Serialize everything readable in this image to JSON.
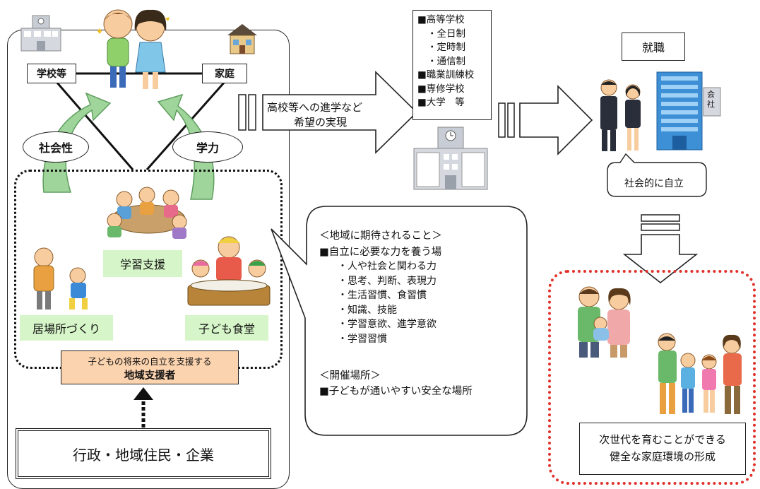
{
  "left_panel": {
    "school_label": "学校等",
    "home_label": "家庭",
    "sociality_label": "社会性",
    "academic_label": "学力",
    "learning_support_label": "学習支援",
    "ibasho_label": "居場所づくり",
    "kodomo_shokudo_label": "子ども食堂",
    "supporter_line1": "子どもの将来の自立を支援する",
    "supporter_line2": "地域支援者",
    "bottom_label": "行政・地域住民・企業"
  },
  "arrow_advance_text": {
    "line1": "高校等への進学など",
    "line2": "希望の実現"
  },
  "schools_list": [
    "■高等学校",
    "・全日制",
    "・定時制",
    "・通信制",
    "■職業訓練校",
    "■専修学校",
    "■大学　等"
  ],
  "employment": {
    "label": "就職",
    "company_sign": "会社",
    "bubble": "社会的に自立"
  },
  "expectations": {
    "heading": "＜地域に期待されること＞",
    "subheading": "■自立に必要な力を養う場",
    "items": [
      "・人や社会と関わる力",
      "・思考、判断、表現力",
      "・生活習慣、食習慣",
      "・知識、技能",
      "・学習意欲、進学意欲",
      "・学習習慣"
    ],
    "venue_heading": "＜開催場所＞",
    "venue_item": "■子どもが通いやすい安全な場所"
  },
  "family_box": {
    "line1": "次世代を育むことができる",
    "line2": "健全な家庭環境の形成"
  },
  "colors": {
    "green_label_bg": "#d6f5c8",
    "supporter_bg": "#fbd3ae",
    "arrow_green": "#9fd59a",
    "dotted_red": "#e0312a",
    "building_blue": "#3d8fd6"
  }
}
